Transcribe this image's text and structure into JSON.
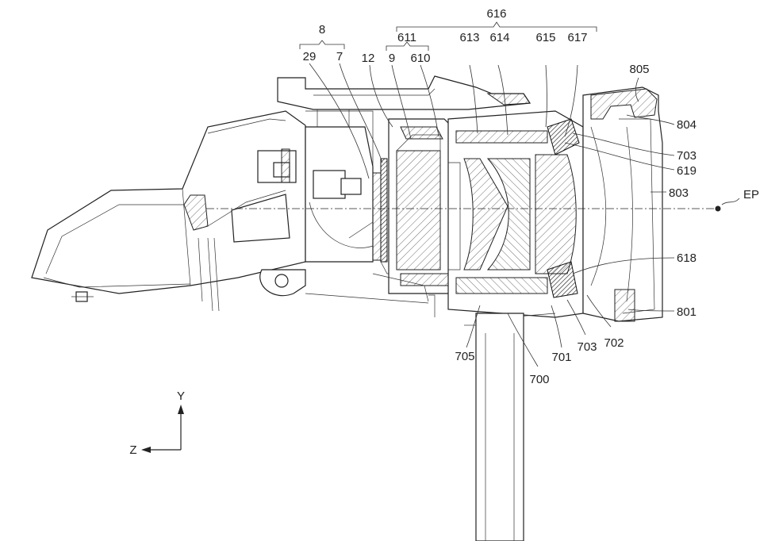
{
  "labels": {
    "l8": "8",
    "l29": "29",
    "l7": "7",
    "l12": "12",
    "l9": "9",
    "l616": "616",
    "l611": "611",
    "l610": "610",
    "l613": "613",
    "l614": "614",
    "l615": "615",
    "l617": "617",
    "l805": "805",
    "l804": "804",
    "l703a": "703",
    "l619": "619",
    "l803": "803",
    "lEP": "EP",
    "l618": "618",
    "l801": "801",
    "l702": "702",
    "l703b": "703",
    "l701": "701",
    "l700": "700",
    "l705": "705",
    "lY": "Y",
    "lZ": "Z"
  }
}
